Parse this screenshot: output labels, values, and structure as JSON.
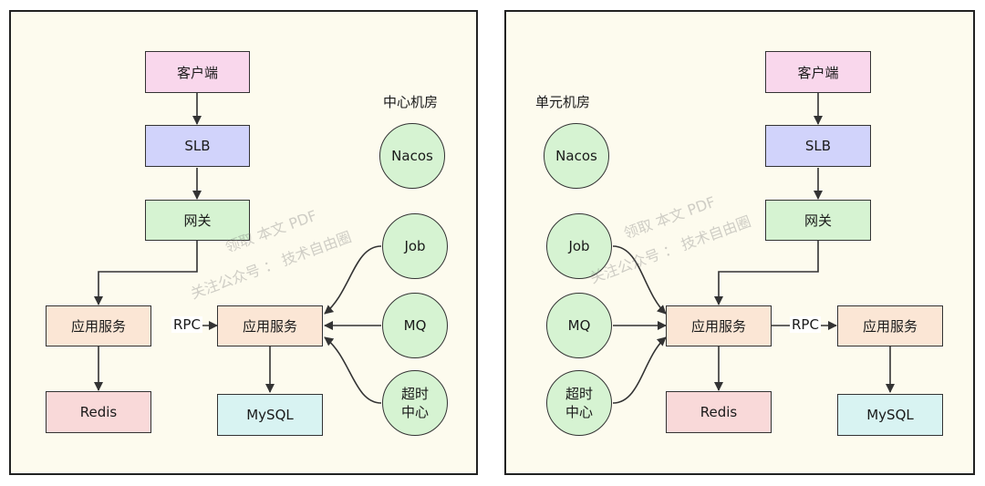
{
  "left": {
    "room_label": "中心机房",
    "client": "客户端",
    "slb": "SLB",
    "gateway": "网关",
    "app_service_a": "应用服务",
    "app_service_b": "应用服务",
    "rpc": "RPC",
    "redis": "Redis",
    "mysql": "MySQL",
    "nacos": "Nacos",
    "job": "Job",
    "mq": "MQ",
    "timeout_center_line1": "超时",
    "timeout_center_line2": "中心"
  },
  "right": {
    "room_label": "单元机房",
    "client": "客户端",
    "slb": "SLB",
    "gateway": "网关",
    "app_service_a": "应用服务",
    "app_service_b": "应用服务",
    "rpc": "RPC",
    "redis": "Redis",
    "mysql": "MySQL",
    "nacos": "Nacos",
    "job": "Job",
    "mq": "MQ",
    "timeout_center_line1": "超时",
    "timeout_center_line2": "中心"
  },
  "watermark": {
    "line1": "领取 本文 PDF",
    "line2": "关注公众号 ： 技术自由圈"
  },
  "colors": {
    "panel_bg": "#fdfbee",
    "client": "#f9d7ec",
    "slb": "#d1d3fb",
    "gateway": "#d6f3d2",
    "app_service": "#fbe6d5",
    "redis": "#f9d9d9",
    "mysql": "#d8f3f2",
    "circle": "#d6f3d2"
  }
}
